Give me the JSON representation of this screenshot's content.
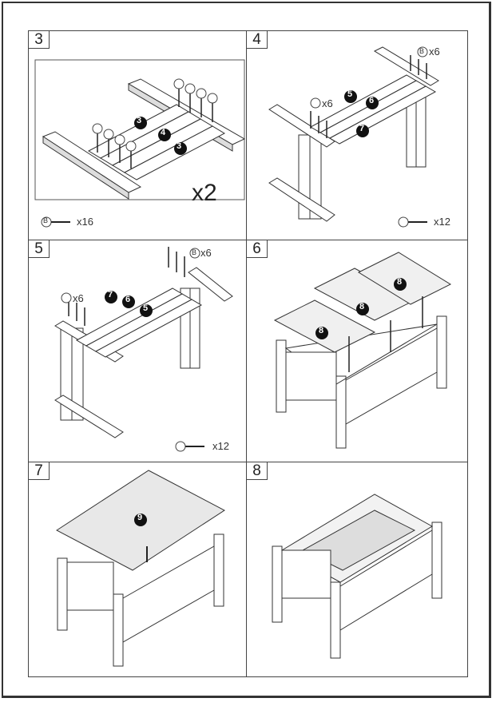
{
  "panels": [
    {
      "step": "3",
      "multiplier": "x2",
      "parts": [
        "3",
        "4",
        "3"
      ],
      "screw_label": "B",
      "screw_count": "x16"
    },
    {
      "step": "4",
      "parts": [
        "5",
        "6",
        "7"
      ],
      "screw_label": "B",
      "top_count": "x6",
      "left_count": "x6",
      "screw_count": "x12"
    },
    {
      "step": "5",
      "parts": [
        "7",
        "6",
        "5"
      ],
      "screw_label": "B",
      "top_count": "x6",
      "left_count": "x6",
      "screw_count": "x12"
    },
    {
      "step": "6",
      "parts": [
        "8",
        "8",
        "8"
      ]
    },
    {
      "step": "7",
      "parts": [
        "9"
      ]
    },
    {
      "step": "8"
    }
  ]
}
